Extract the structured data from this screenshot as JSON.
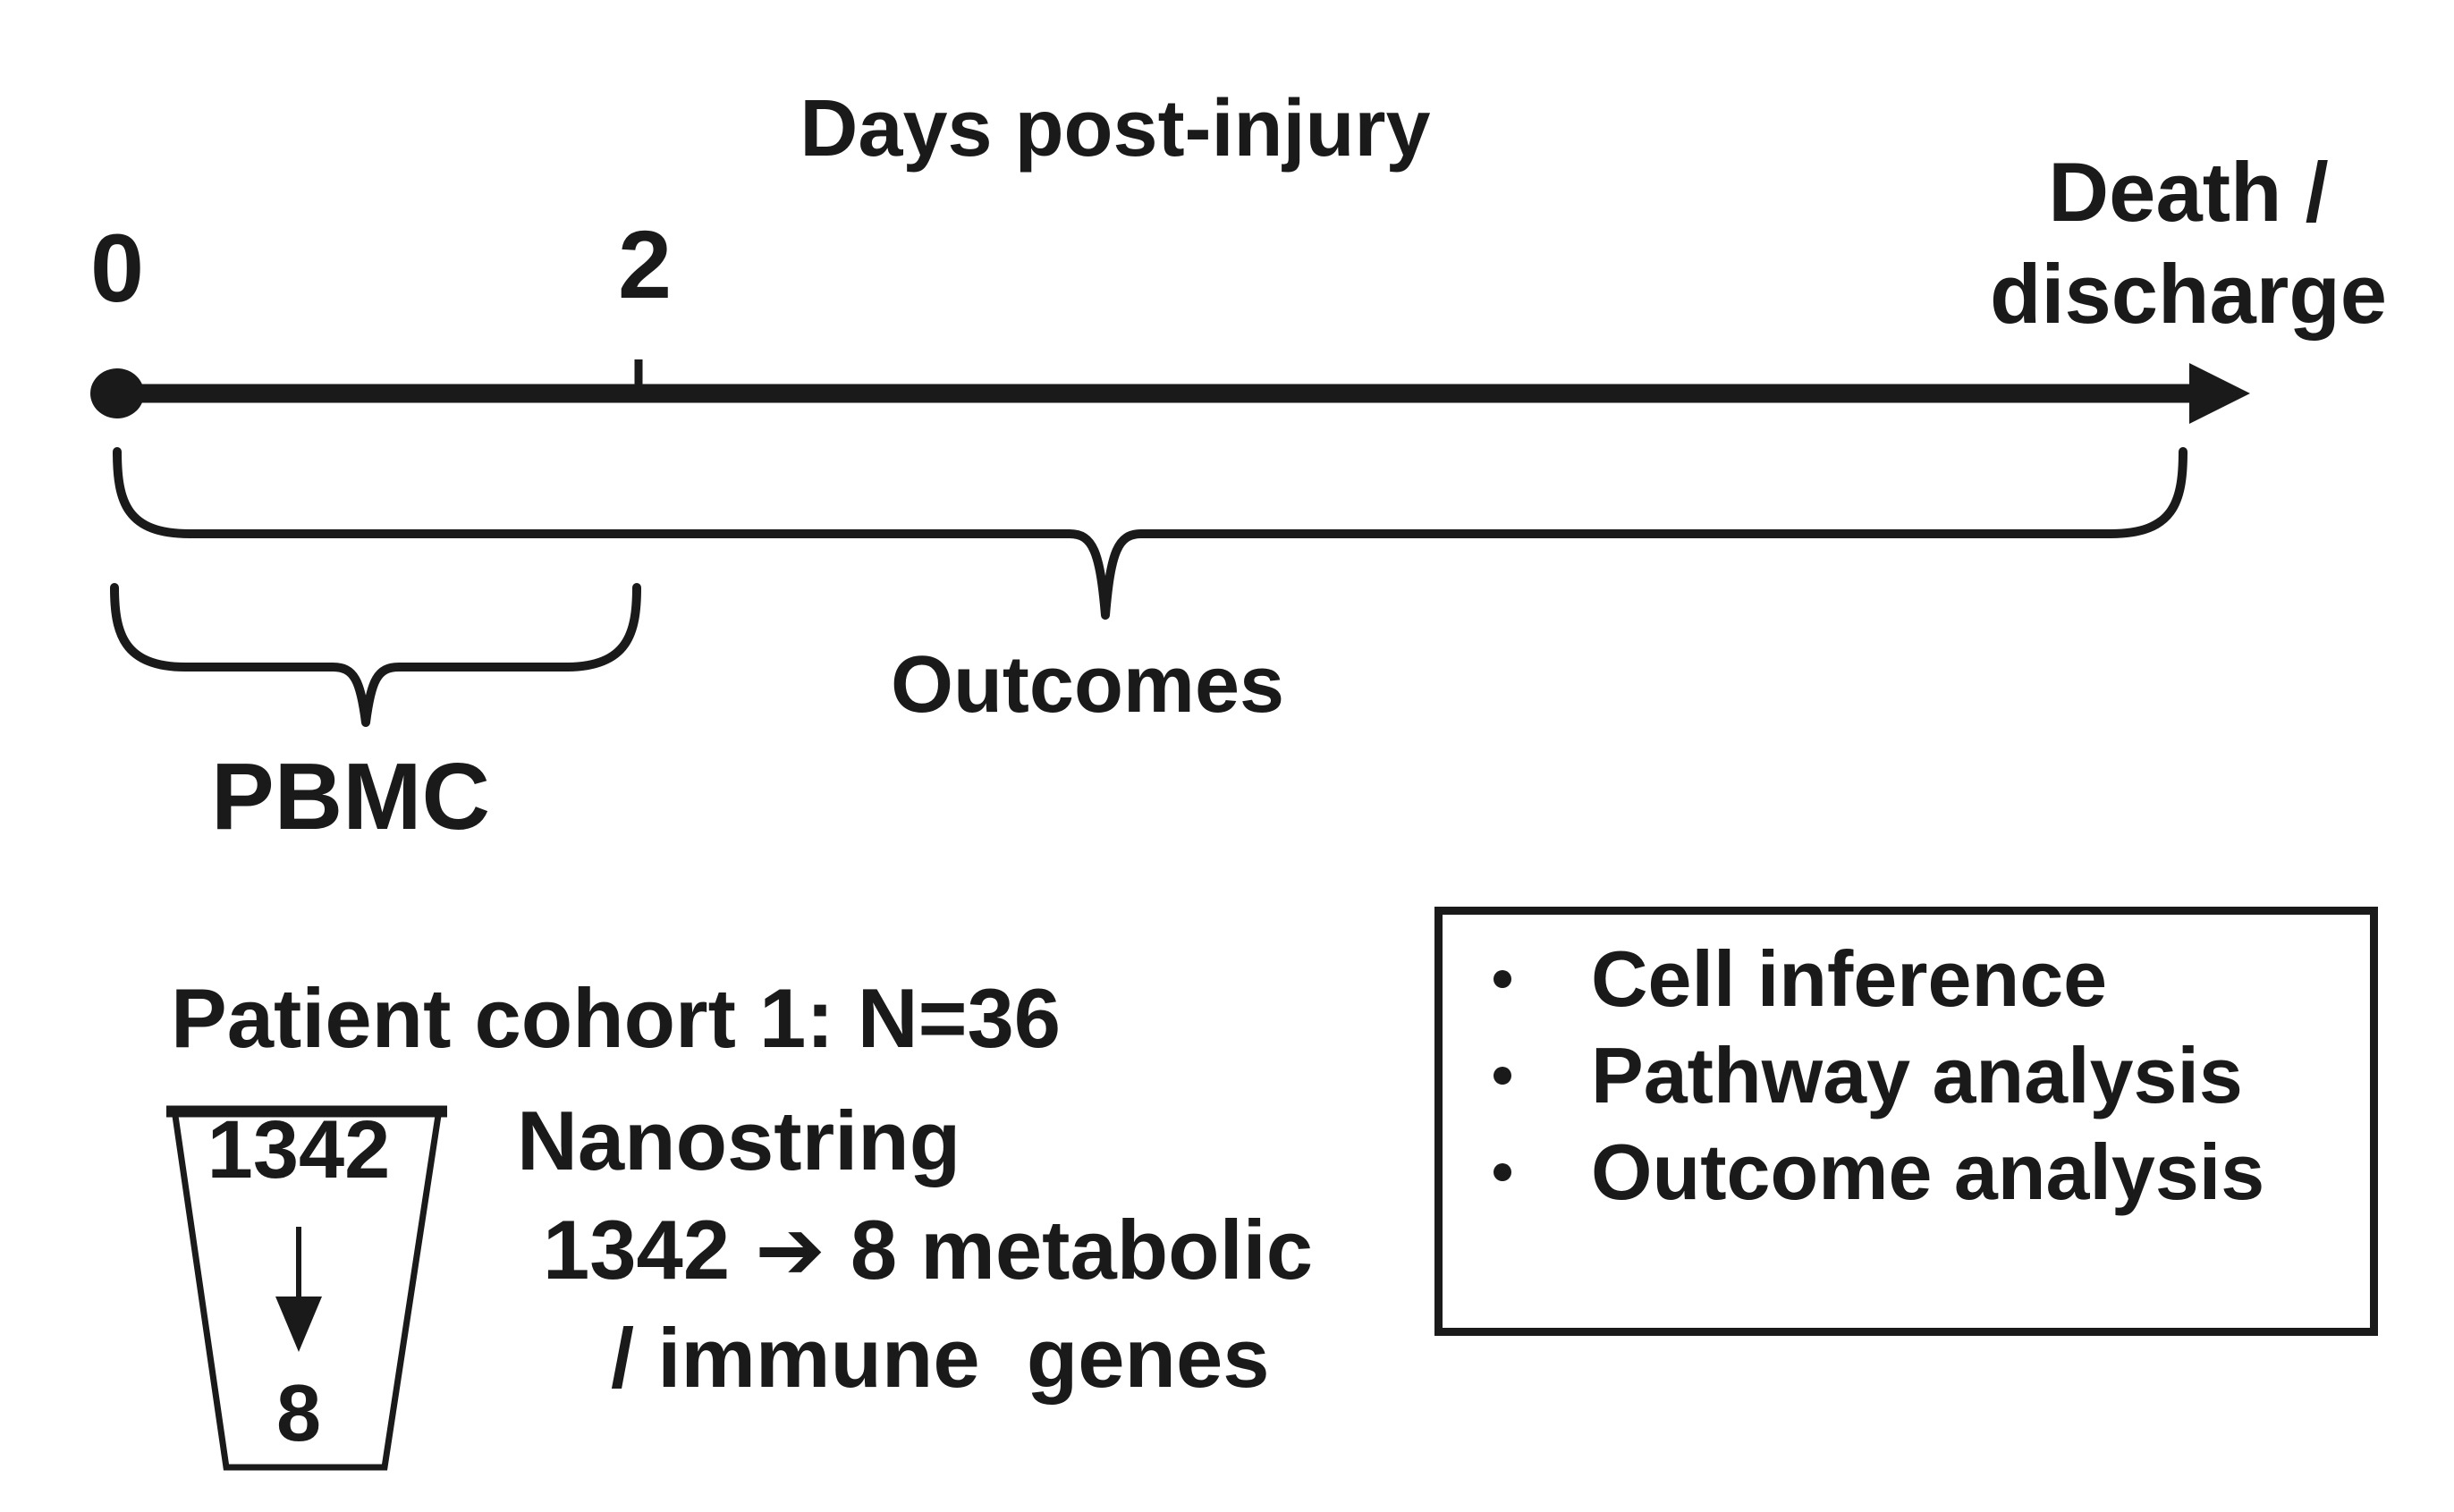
{
  "colors": {
    "ink": "#1a1a1a",
    "background": "#ffffff"
  },
  "timeline": {
    "title": "Days post-injury",
    "start_tick": "0",
    "day2_tick": "2",
    "end_line1": "Death /",
    "end_line2": "discharge"
  },
  "braces": {
    "outcomes": "Outcomes",
    "pbmc": "PBMC"
  },
  "cohort": {
    "heading": "Patient cohort 1: N=36",
    "funnel_top": "1342",
    "funnel_bottom": "8",
    "assay": "Nanostring",
    "reduction_from": "1342",
    "reduction_arrow": "➔",
    "reduction_to": "8 metabolic",
    "reduction_cont": "/ immune  genes"
  },
  "analyses": {
    "items": [
      "Cell inference",
      "Pathway analysis",
      "Outcome analysis"
    ]
  }
}
